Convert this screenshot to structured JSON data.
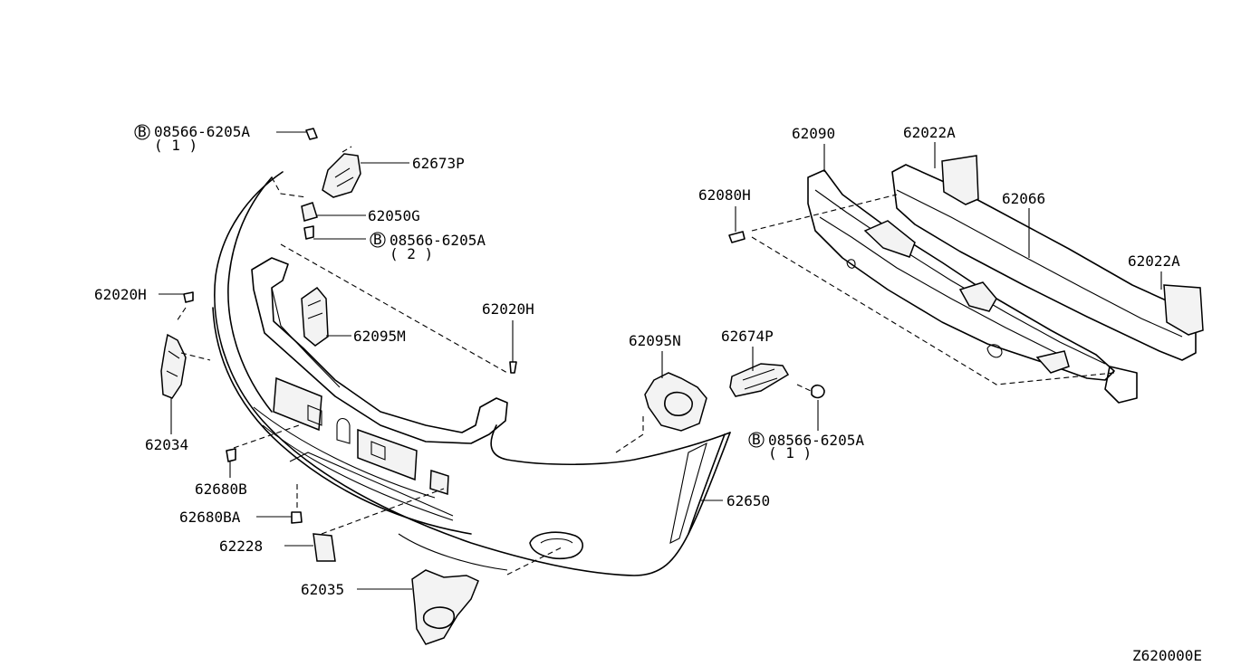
{
  "diagram_code": "Z620000E",
  "labels": [
    {
      "id": "bolt-top-left",
      "text": "08566-6205A",
      "qty": "( 1 )",
      "bolt": "B"
    },
    {
      "id": "62673P",
      "text": "62673P"
    },
    {
      "id": "62050G",
      "text": "62050G"
    },
    {
      "id": "bolt-mid-left",
      "text": "08566-6205A",
      "qty": "( 2 )",
      "bolt": "B"
    },
    {
      "id": "62020H-left",
      "text": "62020H"
    },
    {
      "id": "62095M",
      "text": "62095M"
    },
    {
      "id": "62020H-center",
      "text": "62020H"
    },
    {
      "id": "62034",
      "text": "62034"
    },
    {
      "id": "62680B",
      "text": "62680B"
    },
    {
      "id": "62680BA",
      "text": "62680BA"
    },
    {
      "id": "62228",
      "text": "62228"
    },
    {
      "id": "62035",
      "text": "62035"
    },
    {
      "id": "62095N",
      "text": "62095N"
    },
    {
      "id": "62674P",
      "text": "62674P"
    },
    {
      "id": "bolt-right",
      "text": "08566-6205A",
      "qty": "( 1 )",
      "bolt": "B"
    },
    {
      "id": "62650",
      "text": "62650"
    },
    {
      "id": "62090",
      "text": "62090"
    },
    {
      "id": "62022A-top",
      "text": "62022A"
    },
    {
      "id": "62080H",
      "text": "62080H"
    },
    {
      "id": "62066",
      "text": "62066"
    },
    {
      "id": "62022A-right",
      "text": "62022A"
    }
  ]
}
